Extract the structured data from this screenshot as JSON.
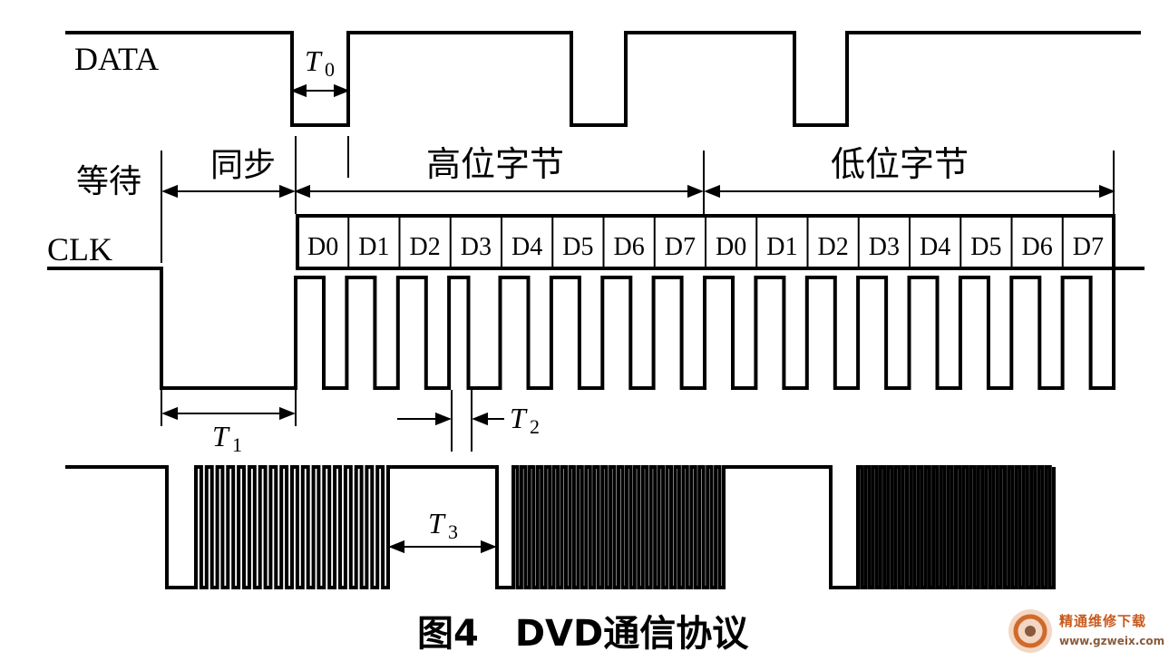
{
  "figure": {
    "caption": "图4　DVD通信协议",
    "signals": {
      "data": "DATA",
      "clk": "CLK"
    },
    "phases": {
      "wait": "等待",
      "sync": "同步",
      "high_byte": "高位字节",
      "low_byte": "低位字节"
    },
    "high_bits": [
      "D0",
      "D1",
      "D2",
      "D3",
      "D4",
      "D5",
      "D6",
      "D7"
    ],
    "low_bits": [
      "D0",
      "D1",
      "D2",
      "D3",
      "D4",
      "D5",
      "D6",
      "D7"
    ],
    "timing_labels": [
      {
        "id": "t0",
        "symbol": "T",
        "sub": "0"
      },
      {
        "id": "t1",
        "symbol": "T",
        "sub": "1"
      },
      {
        "id": "t2",
        "symbol": "T",
        "sub": "2"
      },
      {
        "id": "t3",
        "symbol": "T",
        "sub": "3"
      }
    ]
  },
  "watermark": {
    "name": "精通维修下载",
    "url": "www.gzweix.com",
    "accent_color": "#c85a1e"
  }
}
